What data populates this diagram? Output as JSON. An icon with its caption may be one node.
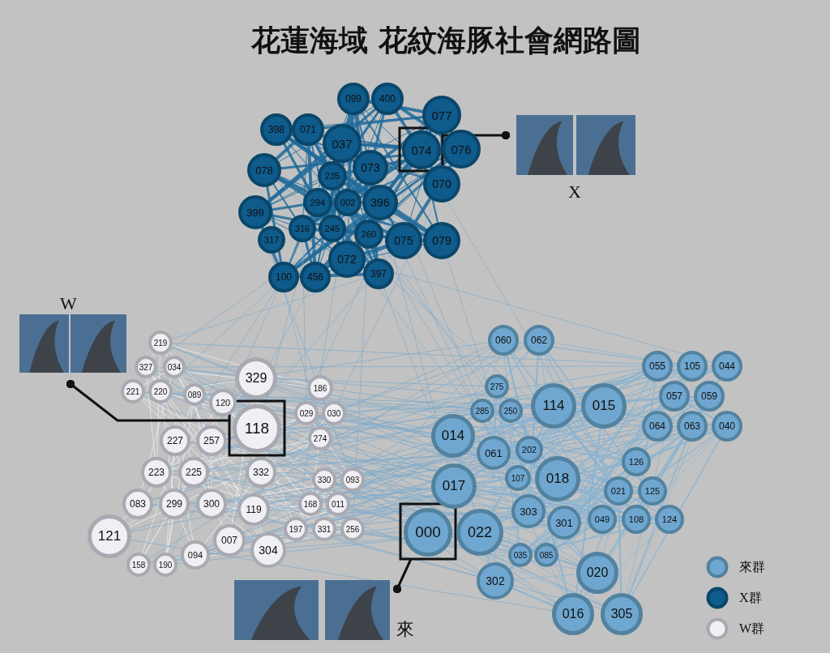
{
  "diagram": {
    "title": "花蓮海域 花紋海豚社會網路圖",
    "nodes": [
      {
        "text": [
          "099"
        ]
      },
      {
        "text": [
          "400"
        ]
      },
      {
        "text": [
          "077"
        ]
      },
      {
        "text": [
          "398"
        ]
      },
      {
        "text": [
          "071"
        ]
      },
      {
        "text": [
          "037"
        ]
      },
      {
        "text": [
          "074"
        ]
      },
      {
        "text": [
          "076"
        ]
      },
      {
        "text": [
          "073"
        ]
      },
      {
        "text": [
          "235"
        ]
      },
      {
        "text": [
          "078"
        ]
      },
      {
        "text": [
          "070"
        ]
      },
      {
        "text": [
          "399"
        ]
      },
      {
        "text": [
          "294"
        ]
      },
      {
        "text": [
          "002"
        ]
      },
      {
        "text": [
          "396"
        ]
      },
      {
        "text": [
          "316"
        ]
      },
      {
        "text": [
          "245"
        ]
      },
      {
        "text": [
          "260"
        ]
      },
      {
        "text": [
          "075"
        ]
      },
      {
        "text": [
          "079"
        ]
      },
      {
        "text": [
          "317"
        ]
      },
      {
        "text": [
          "072"
        ]
      },
      {
        "text": [
          "100"
        ]
      },
      {
        "text": [
          "456"
        ]
      },
      {
        "text": [
          "397"
        ]
      },
      {
        "text": [
          "219"
        ]
      },
      {
        "text": [
          "327"
        ]
      },
      {
        "text": [
          "034"
        ]
      },
      {
        "text": [
          "221"
        ]
      },
      {
        "text": [
          "220"
        ]
      },
      {
        "text": [
          "089"
        ]
      },
      {
        "text": [
          "120"
        ]
      },
      {
        "text": [
          "329"
        ]
      },
      {
        "text": [
          "186"
        ]
      },
      {
        "text": [
          "029"
        ]
      },
      {
        "text": [
          "030"
        ]
      },
      {
        "text": [
          "118"
        ]
      },
      {
        "text": [
          "274"
        ]
      },
      {
        "text": [
          "227"
        ]
      },
      {
        "text": [
          "257"
        ]
      },
      {
        "text": [
          "223"
        ]
      },
      {
        "text": [
          "225"
        ]
      },
      {
        "text": [
          "332"
        ]
      },
      {
        "text": [
          "330"
        ]
      },
      {
        "text": [
          "093"
        ]
      },
      {
        "text": [
          "083"
        ]
      },
      {
        "text": [
          "299"
        ]
      },
      {
        "text": [
          "300"
        ]
      },
      {
        "text": [
          "119"
        ]
      },
      {
        "text": [
          "168"
        ]
      },
      {
        "text": [
          "011"
        ]
      },
      {
        "text": [
          "197"
        ]
      },
      {
        "text": [
          "331"
        ]
      },
      {
        "text": [
          "256"
        ]
      },
      {
        "text": [
          "121"
        ]
      },
      {
        "text": [
          "007"
        ]
      },
      {
        "text": [
          "304"
        ]
      },
      {
        "text": [
          "094"
        ]
      },
      {
        "text": [
          "158"
        ]
      },
      {
        "text": [
          "190"
        ]
      },
      {
        "text": [
          "060"
        ]
      },
      {
        "text": [
          "062"
        ]
      },
      {
        "text": [
          "055"
        ]
      },
      {
        "text": [
          "105"
        ]
      },
      {
        "text": [
          "044"
        ]
      },
      {
        "text": [
          "275"
        ]
      },
      {
        "text": [
          "057"
        ]
      },
      {
        "text": [
          "059"
        ]
      },
      {
        "text": [
          "285"
        ]
      },
      {
        "text": [
          "250"
        ]
      },
      {
        "text": [
          "114"
        ]
      },
      {
        "text": [
          "015"
        ]
      },
      {
        "text": [
          "014"
        ]
      },
      {
        "text": [
          "064"
        ]
      },
      {
        "text": [
          "063"
        ]
      },
      {
        "text": [
          "040"
        ]
      },
      {
        "text": [
          "061"
        ]
      },
      {
        "text": [
          "202"
        ]
      },
      {
        "text": [
          "126"
        ]
      },
      {
        "text": [
          "107"
        ]
      },
      {
        "text": [
          "018"
        ]
      },
      {
        "text": [
          "017"
        ]
      },
      {
        "text": [
          "021"
        ]
      },
      {
        "text": [
          "125"
        ]
      },
      {
        "text": [
          "303"
        ]
      },
      {
        "text": [
          "301"
        ]
      },
      {
        "text": [
          "049"
        ]
      },
      {
        "text": [
          "108"
        ]
      },
      {
        "text": [
          "124"
        ]
      },
      {
        "text": [
          "000"
        ]
      },
      {
        "text": [
          "022"
        ]
      },
      {
        "text": [
          "035"
        ]
      },
      {
        "text": [
          "085"
        ]
      },
      {
        "text": [
          "020"
        ]
      },
      {
        "text": [
          "302"
        ]
      },
      {
        "text": [
          "016"
        ]
      },
      {
        "text": [
          "305"
        ]
      },
      {
        "text": [
          "X"
        ]
      },
      {
        "text": [
          "W"
        ]
      },
      {
        "text": [
          "來"
        ]
      }
    ],
    "edges": [
      {
        "from": 6,
        "to": 98,
        "arrow": "other"
      },
      {
        "from": 37,
        "to": 99,
        "arrow": "other"
      },
      {
        "from": 90,
        "to": 100,
        "arrow": "other"
      }
    ],
    "legend": [
      {
        "text": "來群",
        "color": "#6fa7d0"
      },
      {
        "text": "X群",
        "color": "#0e5b8c"
      },
      {
        "text": "W群",
        "color": "#efeff4"
      }
    ]
  }
}
